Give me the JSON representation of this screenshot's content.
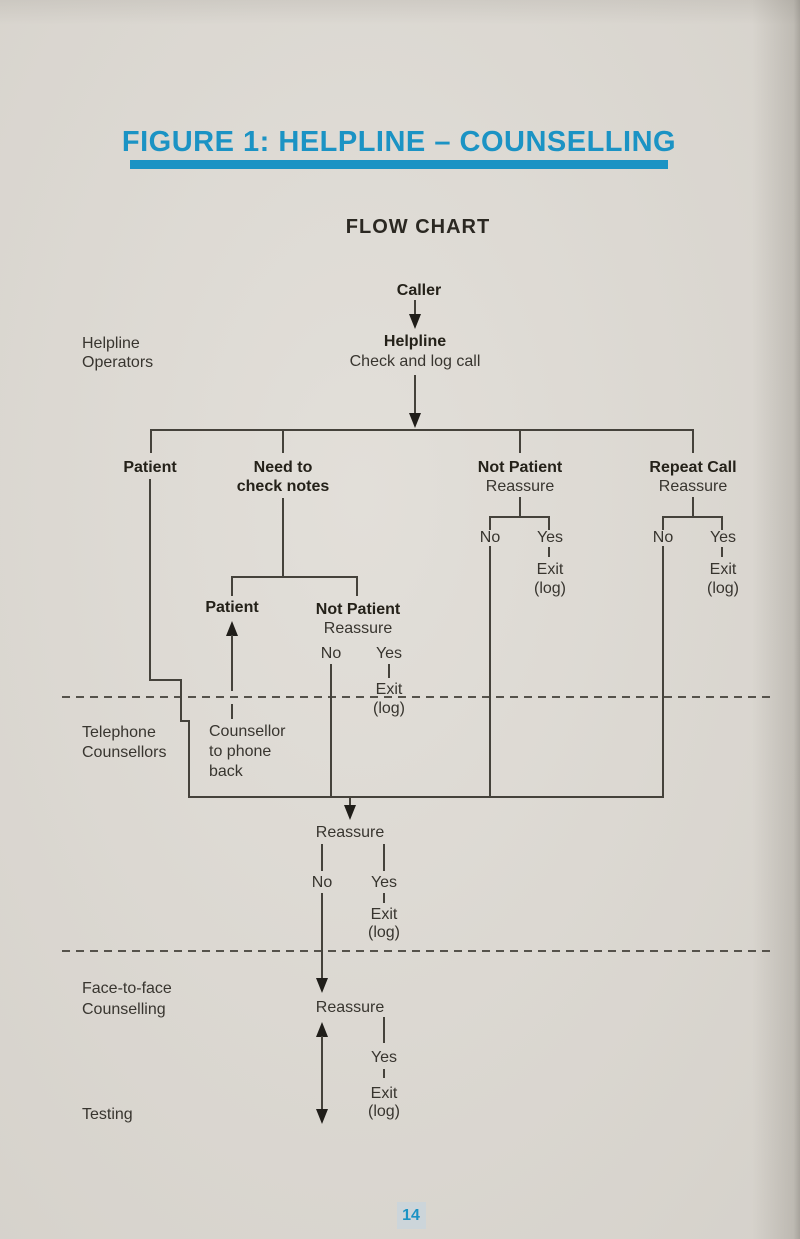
{
  "document": {
    "figure_title": "FIGURE 1: HELPLINE – COUNSELLING",
    "chart_heading": "FLOW CHART",
    "page_number": "14"
  },
  "colors": {
    "accent_blue": "#1b93c4",
    "paper": "#dcd8d1",
    "ink": "#38352f",
    "line": "#45423b"
  },
  "lane_labels": {
    "helpline_operators": [
      "Helpline",
      "Operators"
    ],
    "telephone_counsellors": [
      "Telephone",
      "Counsellors"
    ],
    "face_to_face": [
      "Face-to-face",
      "Counselling"
    ],
    "testing": [
      "Testing"
    ]
  },
  "flow": {
    "caller": "Caller",
    "helpline": {
      "title": "Helpline",
      "subtitle": "Check and log call"
    },
    "branch_patient": {
      "title": "Patient"
    },
    "branch_check_notes": {
      "title_lines": [
        "Need to",
        "check notes"
      ],
      "patient": {
        "title": "Patient"
      },
      "not_patient": {
        "title": "Not Patient",
        "subtitle": "Reassure"
      },
      "note_lines": [
        "Counsellor",
        "to phone",
        "back"
      ]
    },
    "branch_not_patient": {
      "title": "Not Patient",
      "subtitle": "Reassure"
    },
    "branch_repeat_call": {
      "title": "Repeat Call",
      "subtitle": "Reassure"
    },
    "telephone_reassure": "Reassure",
    "face_to_face_reassure": "Reassure",
    "decision": {
      "no": "No",
      "yes": "Yes",
      "exit": "Exit",
      "log": "(log)"
    }
  }
}
